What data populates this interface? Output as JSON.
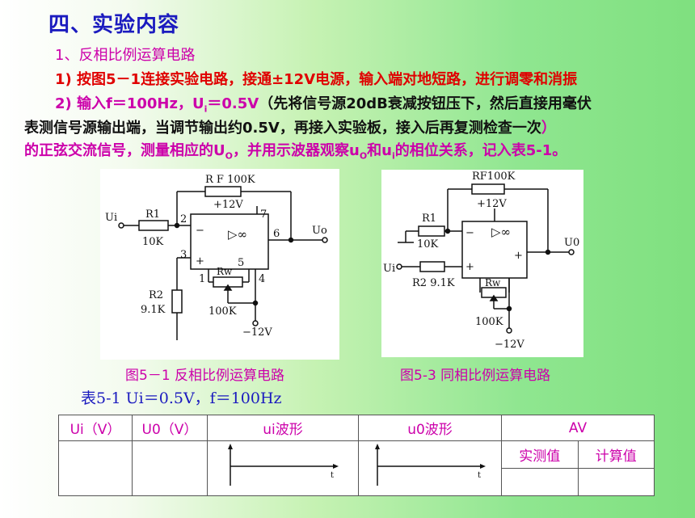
{
  "heading": "四、实验内容",
  "lines": {
    "l1": "1、反相比例运算电路",
    "l2": "1) 按图5－1连接实验电路，接通±12V电源，输入端对地短路，进行调零和消振",
    "l3_a": "2) 输入f＝100Hz，U",
    "l3_sub": "i",
    "l3_b": "＝0.5V",
    "l3_c": "（先将信号源20dB衰减按钮压下，然后直接用毫伏",
    "l4_a": "表测信号源输出端，当调节输出约0.5V，再接入实验板，接入后再复测检查一次",
    "l4_b": "）",
    "l5_a": "的正弦交流信号，测量相应的U",
    "l5_sub1": "O",
    "l5_b": "，并用示波器观察u",
    "l5_sub2": "O",
    "l5_c": "和u",
    "l5_sub3": "i",
    "l5_d": "的相位关系，记入表5-1。"
  },
  "fig1": {
    "caption": "图5－1  反相比例运算电路",
    "labels": {
      "rf": "R F 100K",
      "vcc": "+12V",
      "ui": "Ui",
      "r1": "R1",
      "r1v": "10K",
      "n2": "2",
      "n3": "3",
      "n7": "7",
      "n6": "6",
      "n5": "5",
      "n1": "1",
      "n4": "4",
      "minus": "−",
      "plus": "+",
      "amp": "▷∞",
      "uo": "Uo",
      "r2": "R2",
      "r2v": "9.1K",
      "rw": "Rw",
      "rwv": "100K",
      "vee": "−12V"
    }
  },
  "fig3": {
    "caption": "图5-3  同相比例运算电路",
    "labels": {
      "rf": "RF100K",
      "vcc": "+12V",
      "r1": "R1",
      "r1v": "10K",
      "ui": "Ui",
      "minus": "−",
      "plus": "+",
      "amp": "▷∞",
      "uo": "U0",
      "r2": "R2 9.1K",
      "rw": "Rw",
      "rwv": "100K",
      "vee": "−12V"
    }
  },
  "table_caption": "表5-1  Ui＝0.5V，f＝100Hz",
  "table": {
    "h_ui": "Ui（V）",
    "h_uo": "U0（V）",
    "h_uiw": "ui波形",
    "h_uow": "u0波形",
    "h_av": "AV",
    "sub_measured": "实测值",
    "sub_calc": "计算值",
    "axis_t": "t"
  }
}
